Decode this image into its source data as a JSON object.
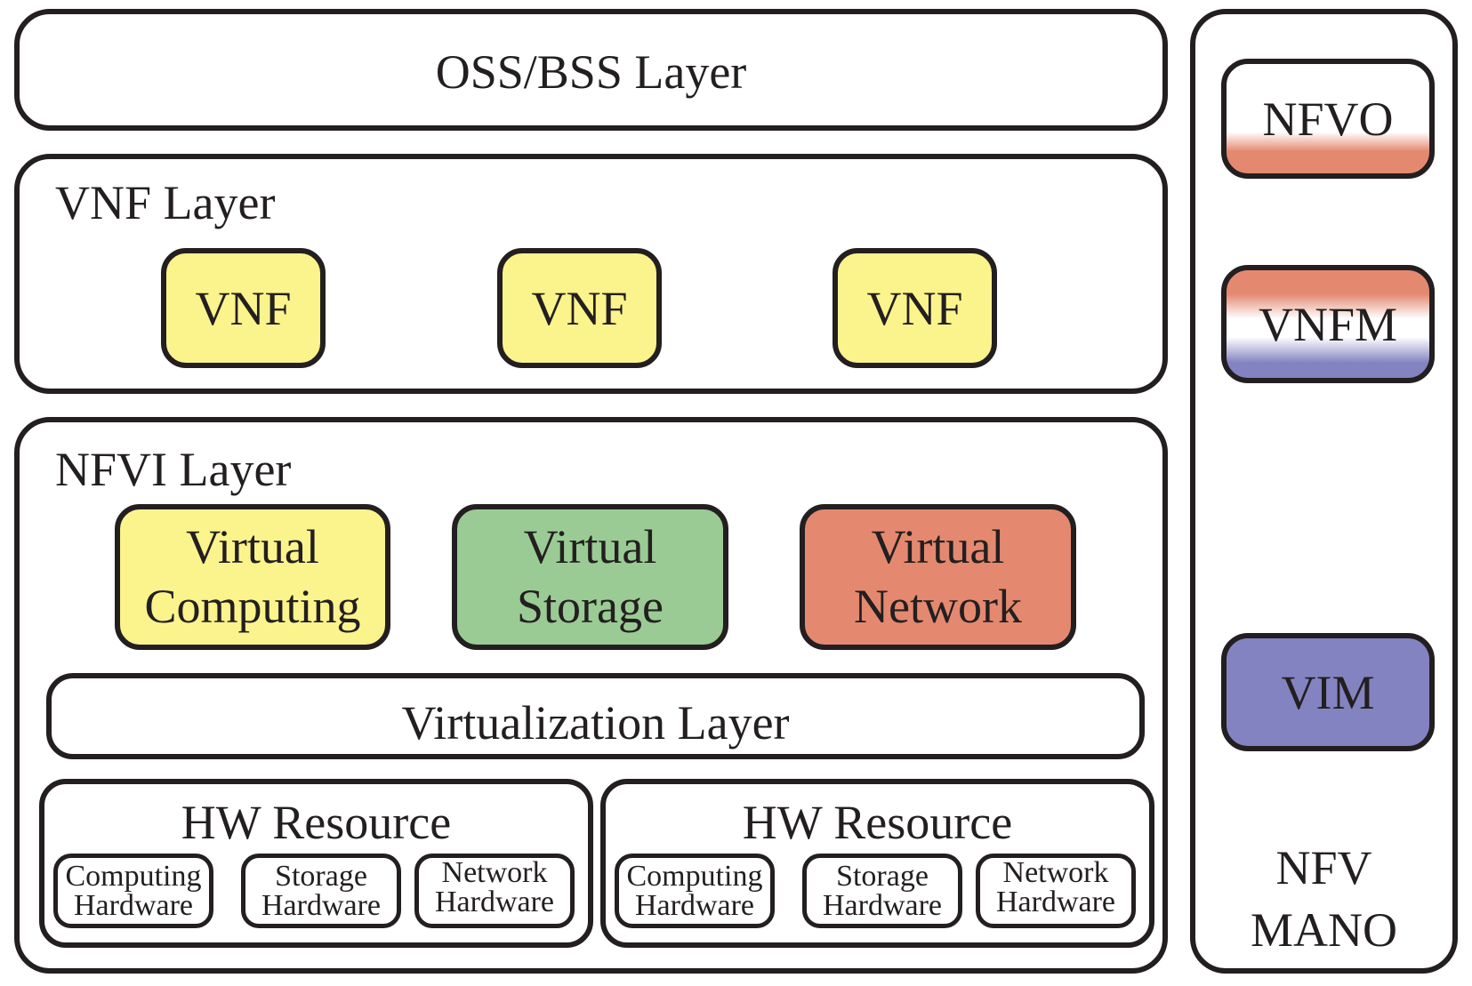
{
  "oss_layer": {
    "label": "OSS/BSS Layer"
  },
  "vnf_layer": {
    "label": "VNF Layer",
    "vnfs": [
      "VNF",
      "VNF",
      "VNF"
    ]
  },
  "nfvi_layer": {
    "label": "NFVI Layer",
    "virtual_resources": [
      {
        "line1": "Virtual",
        "line2": "Computing",
        "color": "#fbf48c"
      },
      {
        "line1": "Virtual",
        "line2": "Storage",
        "color": "#9bcb94"
      },
      {
        "line1": "Virtual",
        "line2": "Network",
        "color": "#e48970"
      }
    ],
    "virtualization_layer": "Virtualization Layer",
    "hw_resources": [
      {
        "label": "HW Resource",
        "items": [
          {
            "line1": "Computing",
            "line2": "Hardware"
          },
          {
            "line1": "Storage",
            "line2": "Hardware"
          },
          {
            "line1": "Network",
            "line2": "Hardware"
          }
        ]
      },
      {
        "label": "HW Resource",
        "items": [
          {
            "line1": "Computing",
            "line2": "Hardware"
          },
          {
            "line1": "Storage",
            "line2": "Hardware"
          },
          {
            "line1": "Network",
            "line2": "Hardware"
          }
        ]
      }
    ]
  },
  "mano": {
    "nfvo": "NFVO",
    "vnfm": "VNFM",
    "vim": "VIM",
    "label_line1": "NFV",
    "label_line2": "MANO",
    "colors": {
      "nfvo": "#e48970",
      "vnfm_top": "#e48970",
      "vnfm_bottom": "#8483c1",
      "vim": "#8483c1"
    }
  }
}
